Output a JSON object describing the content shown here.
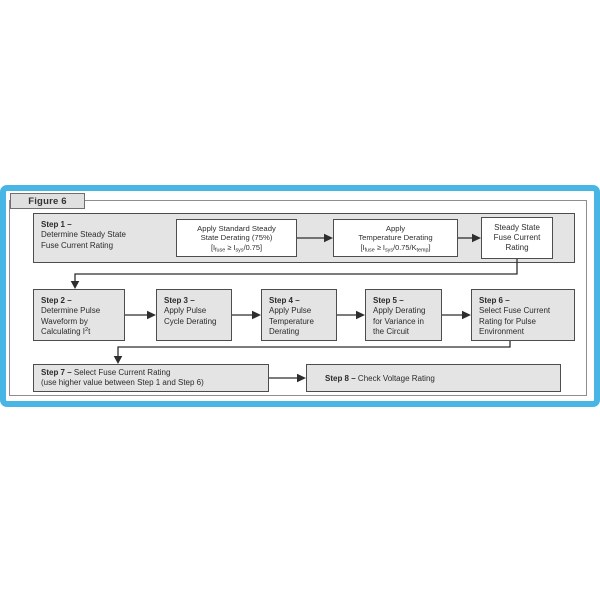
{
  "figure_label": "Figure 6",
  "colors": {
    "frame_accent": "#47b6e4",
    "box_fill": "#e4e4e5",
    "box_border": "#4d4d4d",
    "panel_border": "#8e8e8e",
    "text": "#2b2b2b"
  },
  "step1": {
    "title": "Step 1 –",
    "body": "Determine Steady State\nFuse Current Rating"
  },
  "derating_standard": {
    "line1": "Apply Standard Steady",
    "line2": "State Derating (75%)",
    "formula": {
      "open": "[I",
      "sub1": "fuse",
      "mid": " ≥ I",
      "sub2": "sys",
      "close": "/0.75]"
    }
  },
  "derating_temperature": {
    "line1": "Apply",
    "line2": "Temperature Derating",
    "formula": {
      "open": "[I",
      "sub1": "fuse",
      "mid": " ≥ I",
      "sub2": "sys",
      "mid2": "/0.75/K",
      "sub3": "temp",
      "close": "]"
    }
  },
  "steady_state_rating": {
    "body": "Steady State\nFuse Current\nRating"
  },
  "step2": {
    "title": "Step 2 –",
    "line1": "Determine Pulse",
    "line2": "Waveform by",
    "line3_pre": "Calculating I",
    "line3_sup": "2",
    "line3_post": "t"
  },
  "step3": {
    "title": "Step 3 –",
    "body": "Apply Pulse\nCycle Derating"
  },
  "step4": {
    "title": "Step 4 –",
    "body": "Apply Pulse\nTemperature\nDerating"
  },
  "step5": {
    "title": "Step 5 –",
    "body": "Apply Derating\nfor Variance in\nthe Circuit"
  },
  "step6": {
    "title": "Step 6 –",
    "body": "Select Fuse Current\nRating for Pulse\nEnvironment"
  },
  "step7": {
    "title": "Step 7 –",
    "body": "Select Fuse Current Rating",
    "note": "(use higher value between Step 1 and Step 6)"
  },
  "step8": {
    "title": "Step 8 –",
    "body": "Check Voltage Rating"
  }
}
